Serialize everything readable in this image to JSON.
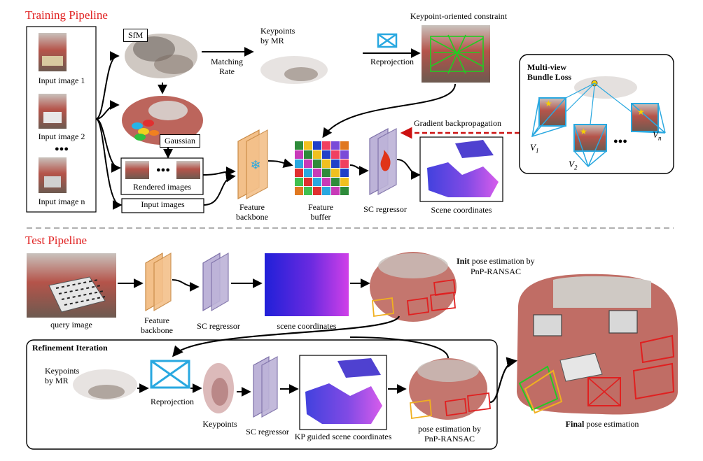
{
  "training": {
    "title": "Training Pipeline",
    "input_image_1": "Input image 1",
    "input_image_2": "Input image 2",
    "ellipsis": "●●●",
    "input_image_n": "Input image n",
    "sfm": "SfM",
    "matching_rate": "Matching\nRate",
    "keypoints_by_mr": "Keypoints\nby MR",
    "reprojection": "Reprojection",
    "keypoint_constraint": "Keypoint-oriented constraint",
    "gaussian": "Gaussian",
    "rendered_images": "Rendered images",
    "rendered_ellipsis": "●●●",
    "input_images": "Input images",
    "feature_backbone": "Feature\nbackbone",
    "feature_buffer": "Feature\nbuffer",
    "sc_regressor": "SC regressor",
    "scene_coordinates": "Scene coordinates",
    "gradient_backprop": "Gradient backpropagation",
    "mv_title": "Multi-view\nBundle Loss",
    "v1": "V",
    "v1_sub": "1",
    "v2": "V",
    "v2_sub": "2",
    "vn": "V",
    "vn_sub": "n",
    "mv_ellipsis": "●●●"
  },
  "test": {
    "title": "Test Pipeline",
    "query_image": "query image",
    "feature_backbone": "Feature\nbackbone",
    "sc_regressor": "SC regressor",
    "scene_coordinates": "scene coordinates",
    "init_bold": "Init",
    "init_rest": " pose estimation by",
    "init_line2": "PnP-RANSAC",
    "refinement_title": "Refinement Iteration",
    "keypoints_by_mr": "Keypoints\nby MR",
    "reprojection": "Reprojection",
    "keypoints": "Keypoints",
    "sc_regressor_2": "SC regressor",
    "kp_guided": "KP guided scene coordinates",
    "pose_by": "pose estimation by",
    "pose_pnp": "PnP-RANSAC",
    "final_bold": "Final",
    "final_rest": " pose estimation"
  },
  "colors": {
    "section_title": "#e02020",
    "backbone": "#f3c08a",
    "backbone_stroke": "#c98a45",
    "regressor": "#bdb3d8",
    "regressor_stroke": "#7d70a8",
    "reprojection": "#29a8e0",
    "gradient": "#cc1111",
    "keypoint_lines": "#22cc22"
  }
}
